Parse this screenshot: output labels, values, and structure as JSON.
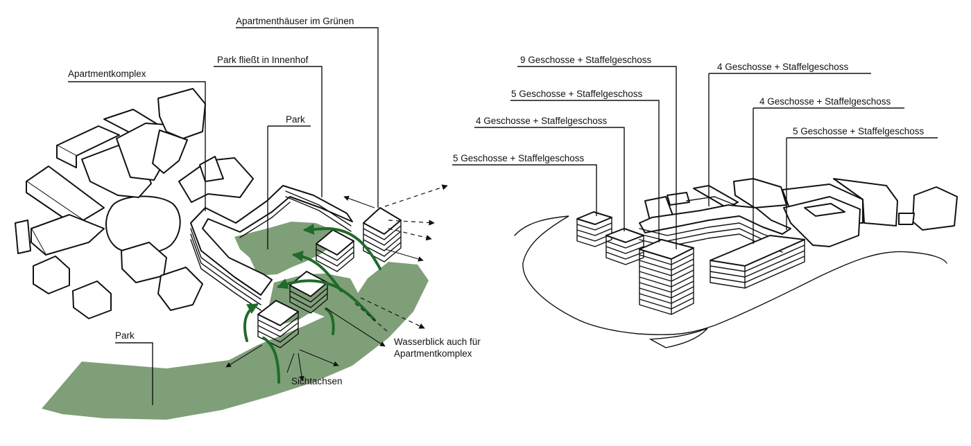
{
  "colors": {
    "park_fill": "#7f9f78",
    "arrow_green": "#1f6b2a",
    "ink": "#111111",
    "background": "#ffffff"
  },
  "left_diagram": {
    "labels": {
      "apartment_houses": "Apartmenthäuser im Grünen",
      "park_flows": "Park fließt in Innenhof",
      "apartment_complex": "Apartmentkomplex",
      "park_upper": "Park",
      "park_lower": "Park",
      "water_view_line1": "Wasserblick auch für",
      "water_view_line2": "Apartmentkomplex",
      "sight_axes": "Sichtachsen"
    }
  },
  "right_diagram": {
    "labels": {
      "floors_9": "9 Geschosse + Staffelgeschoss",
      "floors_4_top": "4 Geschosse + Staffelgeschoss",
      "floors_5_mid": "5 Geschosse + Staffelgeschoss",
      "floors_4_right": "4 Geschosse + Staffelgeschoss",
      "floors_4_left": "4 Geschosse + Staffelgeschoss",
      "floors_5_right": "5 Geschosse + Staffelgeschoss",
      "floors_5_left": "5 Geschosse + Staffelgeschoss"
    }
  }
}
